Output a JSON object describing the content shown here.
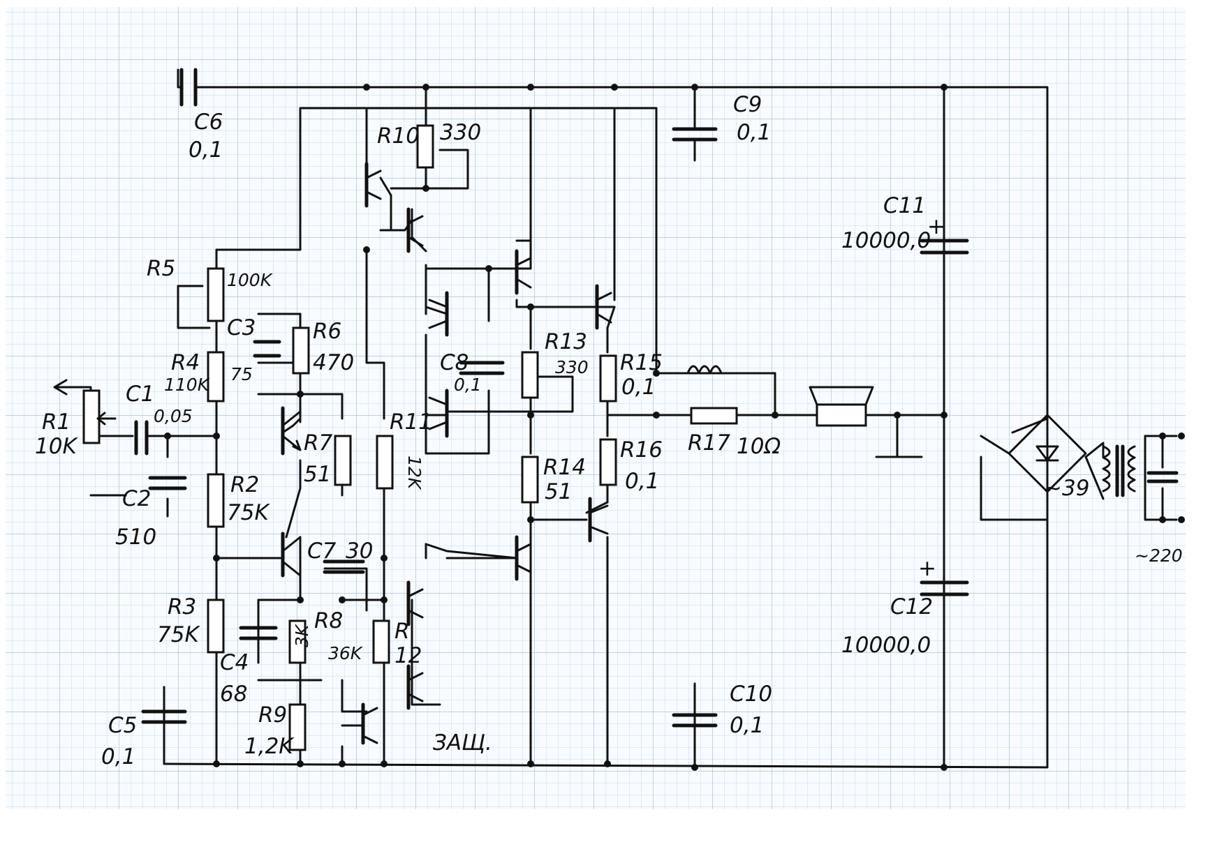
{
  "diagram": {
    "labels": {
      "C6": "C6",
      "C6_val": "0,1",
      "C9": "C9",
      "C9_val": "0,1",
      "C11": "C11",
      "C11_val": "10000,0",
      "C12": "C12",
      "C12_val": "10000,0",
      "C10": "C10",
      "C10_val": "0,1",
      "R10": "R10",
      "R10_val": "330",
      "R5": "R5",
      "R5_val": "100K",
      "C3": "C3",
      "C3_val": "75",
      "R6": "R6",
      "R6_val": "470",
      "R4": "R4",
      "R4_val": "110K",
      "C1": "C1",
      "C1_val": "0,05",
      "R1": "R1",
      "R1_val": "10K",
      "R7": "R7",
      "R7_val": "51",
      "R11": "R11",
      "R11_val": "12K",
      "C2": "C2",
      "C2_val": "510",
      "R2": "R2",
      "R2_val": "75K",
      "C7": "C7",
      "C7_val": "30",
      "R3": "R3",
      "R3_val": "75K",
      "R8": "R8",
      "R8_val": "36K",
      "R12": "R",
      "R12_num": "12",
      "R8_body": "3K",
      "C4": "C4",
      "C4_val": "68",
      "R9": "R9",
      "R9_val": "1,2K",
      "C5": "C5",
      "C5_val": "0,1",
      "protect": "ЗАЩ.",
      "C8": "C8",
      "C8_val": "0,1",
      "R13": "R13",
      "R13_val": "330",
      "R14": "R14",
      "R14_val": "51",
      "R15": "R15",
      "R15_val": "0,1",
      "R16": "R16",
      "R16_val": "0,1",
      "R17": "R17",
      "R17_val": "10Ω",
      "transformer_secondary": "~39",
      "mains": "~220",
      "plus": "+"
    }
  }
}
